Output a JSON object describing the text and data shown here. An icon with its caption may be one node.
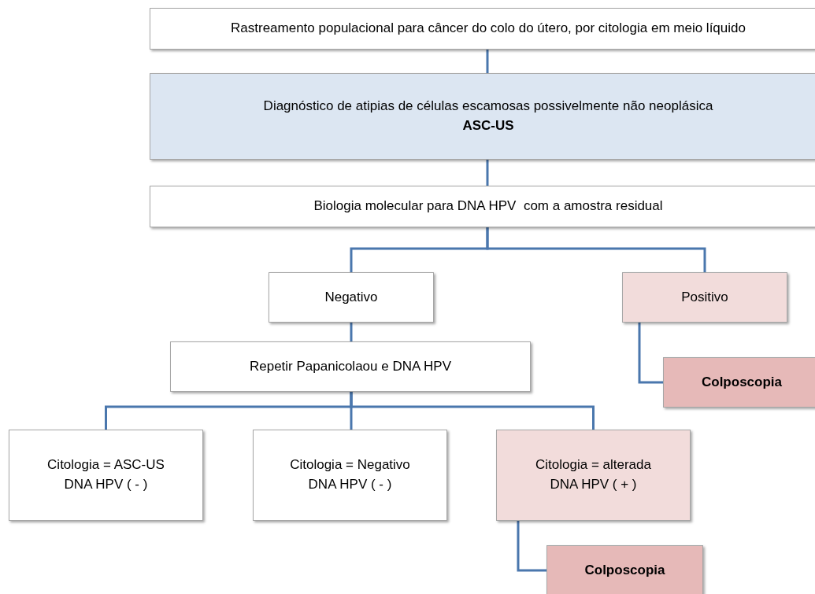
{
  "diagram": {
    "nodes": [
      {
        "text": [
          "Rastreamento populacional para câncer do colo do útero, por citologia em meio líquido"
        ]
      },
      {
        "text": [
          "Diagnóstico de atipias de células escamosas possivelmente não neoplásica",
          "ASC-US"
        ]
      },
      {
        "text": [
          "Biologia molecular para DNA HPV  com a amostra residual"
        ]
      },
      {
        "text": [
          "Negativo"
        ]
      },
      {
        "text": [
          "Positivo"
        ]
      },
      {
        "text": [
          "Repetir Papanicolaou e DNA HPV"
        ]
      },
      {
        "text": [
          "Colposcopia"
        ]
      },
      {
        "text": [
          "Citologia = ASC-US",
          "DNA HPV ( - )"
        ]
      },
      {
        "text": [
          "Citologia = Negativo",
          "DNA HPV ( - )"
        ]
      },
      {
        "text": [
          "Citologia = alterada",
          "DNA HPV ( + )"
        ]
      },
      {
        "text": [
          "Colposcopia"
        ]
      }
    ],
    "edges": [
      {
        "from": 0,
        "to": 1,
        "arrow": "none"
      },
      {
        "from": 1,
        "to": 2,
        "arrow": "none"
      },
      {
        "from": 2,
        "to": 3,
        "arrow": "none"
      },
      {
        "from": 2,
        "to": 4,
        "arrow": "none"
      },
      {
        "from": 3,
        "to": 5,
        "arrow": "none"
      },
      {
        "from": 4,
        "to": 6,
        "arrow": "none"
      },
      {
        "from": 5,
        "to": 7,
        "arrow": "none"
      },
      {
        "from": 5,
        "to": 8,
        "arrow": "none"
      },
      {
        "from": 5,
        "to": 9,
        "arrow": "none"
      },
      {
        "from": 9,
        "to": 10,
        "arrow": "none"
      }
    ]
  }
}
